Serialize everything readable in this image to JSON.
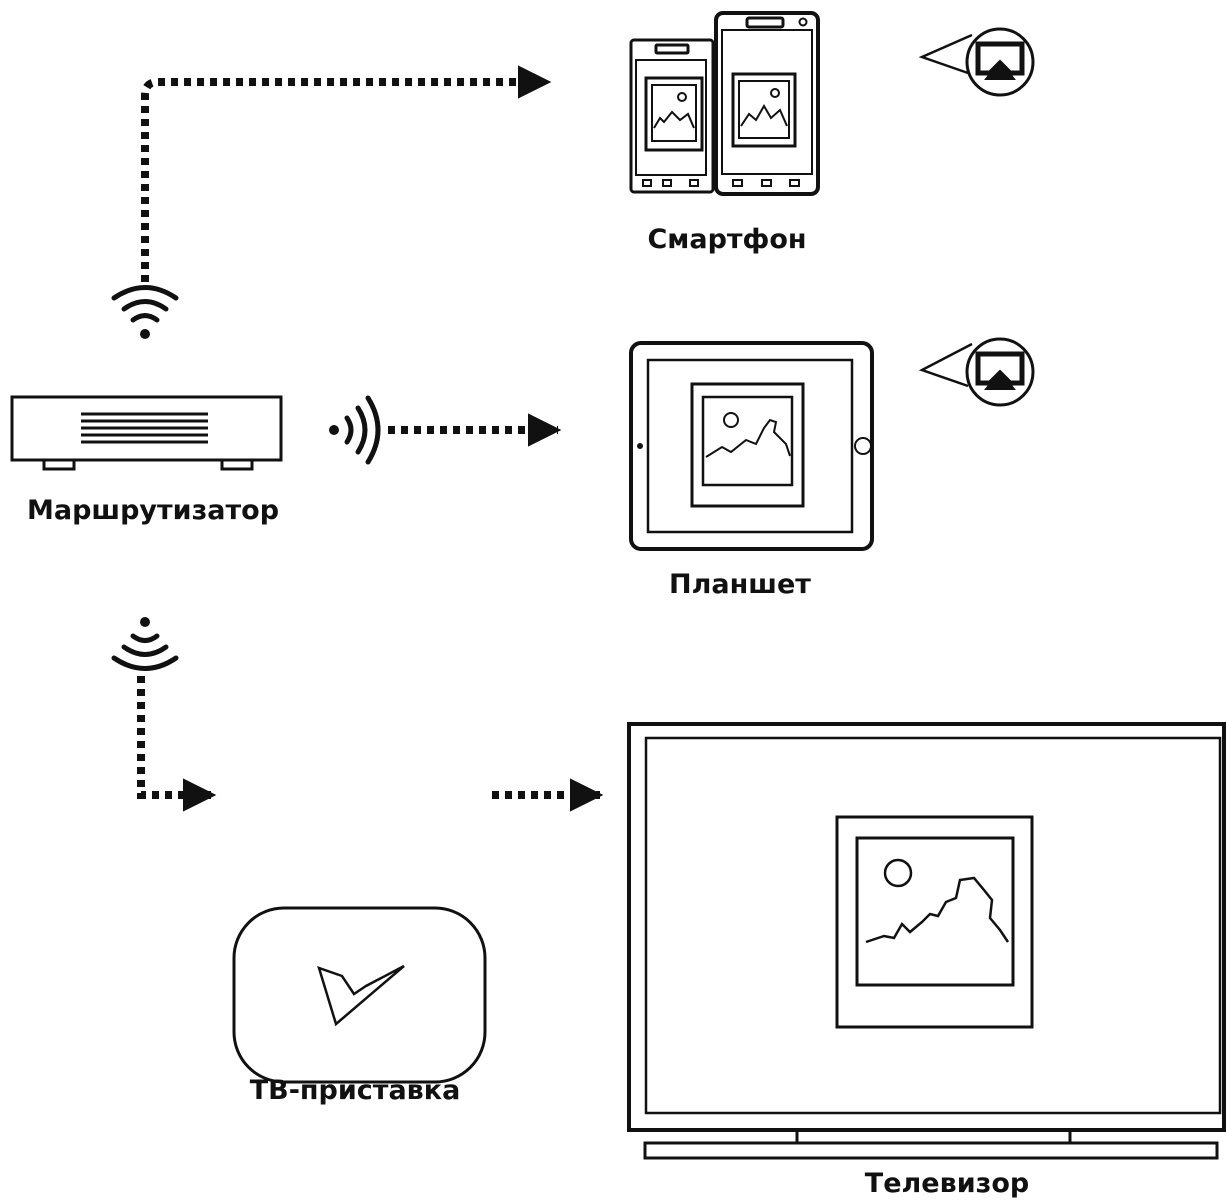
{
  "diagram": {
    "title": "",
    "nodes": {
      "router": {
        "label": "Маршрутизатор"
      },
      "phone": {
        "label": "Смартфон"
      },
      "tablet": {
        "label": "Планшет"
      },
      "set_top": {
        "label": "ТВ-приставка"
      },
      "tv": {
        "label": "Телевизор"
      }
    },
    "edges": [
      {
        "from": "router",
        "to": "phone",
        "style": "dotted",
        "wireless": true
      },
      {
        "from": "router",
        "to": "tablet",
        "style": "dotted",
        "wireless": true
      },
      {
        "from": "router",
        "to": "set_top",
        "style": "dotted",
        "wireless": true
      },
      {
        "from": "set_top",
        "to": "tv",
        "style": "dotted",
        "wireless": false
      }
    ],
    "badges": [
      {
        "attached_to": "phone",
        "icon": "airplay-icon"
      },
      {
        "attached_to": "tablet",
        "icon": "airplay-icon"
      }
    ],
    "colors": {
      "stroke": "#111111",
      "background": "#ffffff"
    }
  }
}
